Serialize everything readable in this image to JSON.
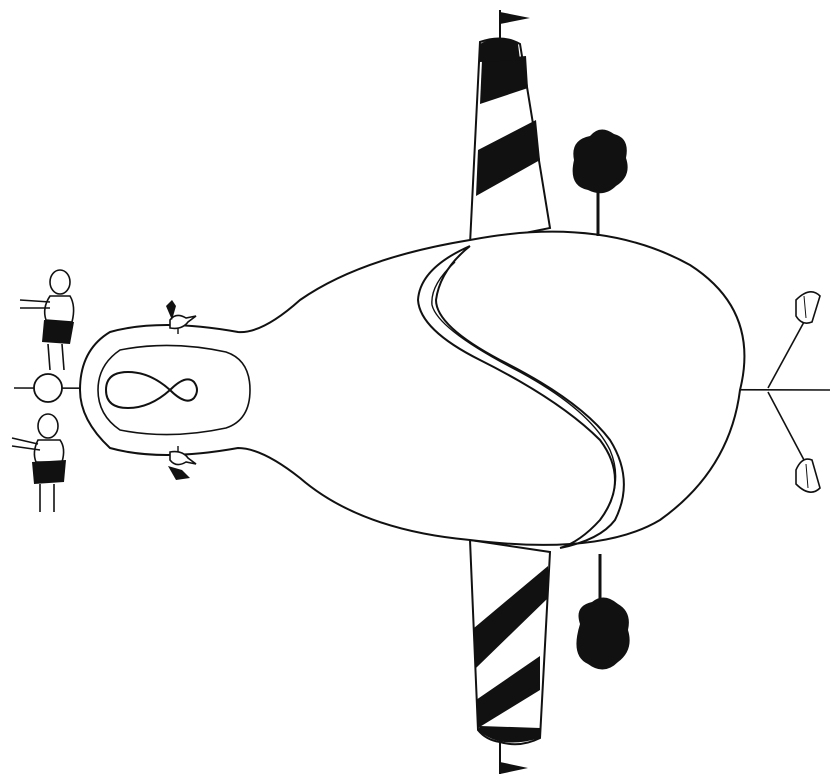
{
  "figure": {
    "background": "#ffffff",
    "ink": "#111111",
    "elements": [
      "symmetry-axis",
      "brain-outline",
      "corpus-callosum-band",
      "hemisphere-lobes",
      "striped-poles",
      "pennant-flags",
      "trees",
      "birds",
      "mirrored-men",
      "shuttlecocks",
      "figure-eight-loop"
    ]
  }
}
